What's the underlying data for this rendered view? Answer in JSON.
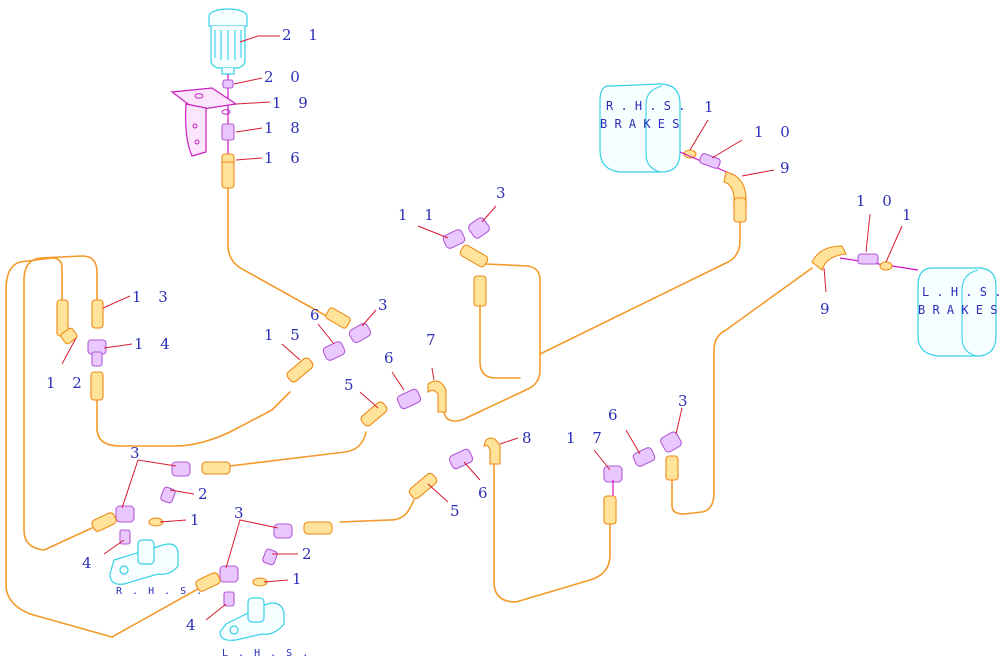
{
  "callouts": {
    "c21": "2 1",
    "c20": "2 0",
    "c19": "1 9",
    "c18": "1 8",
    "c16": "1 6",
    "c13": "1 3",
    "c14": "1 4",
    "c12": "1 2",
    "c15": "1 5",
    "c6a": "6",
    "c3a": "3",
    "c6b": "6",
    "c7": "7",
    "c5a": "5",
    "c11": "1 1",
    "c3b": "3",
    "c1a": "1",
    "c10a": "1 0",
    "c9a": "9",
    "c10b": "1 0",
    "c1b": "1",
    "c9b": "9",
    "c3c": "3",
    "c2a": "2",
    "c1c": "1",
    "c4a": "4",
    "c8": "8",
    "c5b": "5",
    "c6c": "6",
    "c17": "1 7",
    "c6d": "6",
    "c3d": "3",
    "c3e": "3",
    "c2b": "2",
    "c1d": "1",
    "c4b": "4"
  },
  "labels": {
    "rhs_brake_line1": "R . H . S .",
    "rhs_brake_line2": "B R A K E S",
    "lhs_brake_line1": "L . H . S .",
    "lhs_brake_line2": "B R A K E S",
    "rhs_cylinder": "R . H . S .",
    "lhs_cylinder": "L . H . S ."
  },
  "colors": {
    "pipe": "#f39a2a",
    "leader": "#d81b2f",
    "callout_text": "#2b2fb8",
    "component_outline": "#36d0e8",
    "bracket": "#c81fc1"
  }
}
